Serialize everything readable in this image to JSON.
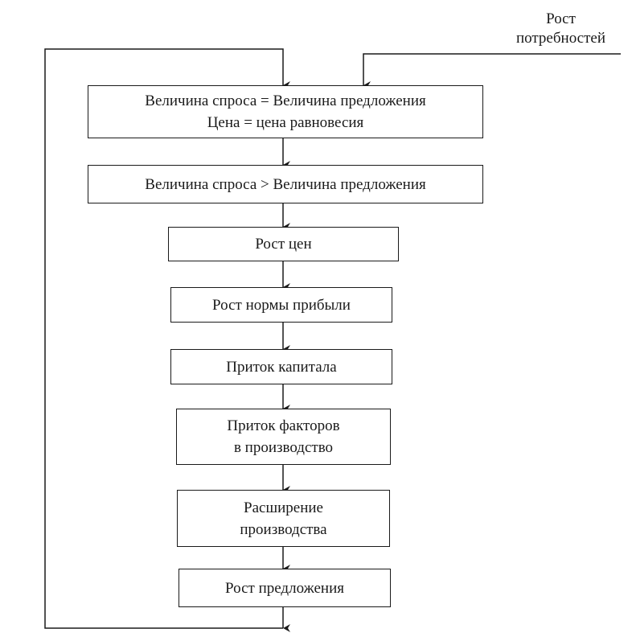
{
  "external_input": {
    "line1": "Рост",
    "line2": "потребностей"
  },
  "steps": [
    {
      "line1": "Величина спроса = Величина предложения",
      "line2": "Цена = цена равновесия"
    },
    {
      "line1": "Величина спроса > Величина предложения"
    },
    {
      "line1": "Рост цен"
    },
    {
      "line1": "Рост нормы прибыли"
    },
    {
      "line1": "Приток капитала"
    },
    {
      "line1": "Приток факторов",
      "line2": "в производство"
    },
    {
      "line1": "Расширение",
      "line2": "производства"
    },
    {
      "line1": "Рост предложения"
    }
  ],
  "colors": {
    "line": "#1a1a1a",
    "background": "#ffffff"
  }
}
